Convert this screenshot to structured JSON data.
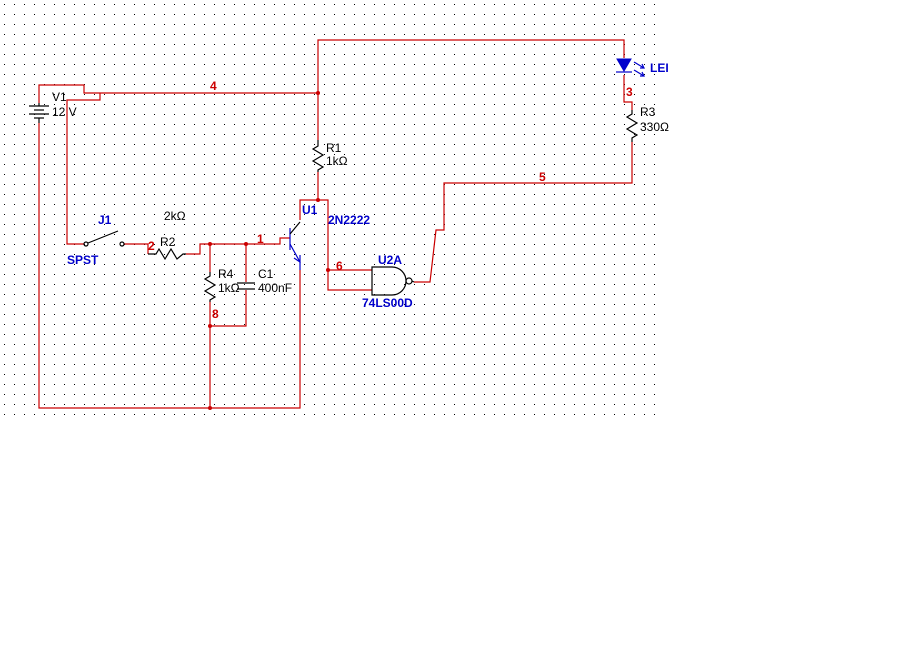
{
  "colors": {
    "wire": "#cc0000",
    "component": "#000000",
    "component_blue": "#0000cc",
    "grid_dot": "#000000",
    "background": "#ffffff"
  },
  "components": {
    "v1": {
      "ref": "V1",
      "value": "12 V"
    },
    "j1": {
      "ref": "J1",
      "value": "SPST"
    },
    "r2": {
      "ref": "R2",
      "value": "2kΩ"
    },
    "r4": {
      "ref": "R4",
      "value": "1kΩ"
    },
    "c1": {
      "ref": "C1",
      "value": "400nF"
    },
    "r1": {
      "ref": "R1",
      "value": "1kΩ"
    },
    "u1": {
      "ref": "U1",
      "value": "2N2222"
    },
    "u2a": {
      "ref": "U2A",
      "value": "74LS00D"
    },
    "r3": {
      "ref": "R3",
      "value": "330Ω"
    },
    "led": {
      "ref": "LEI"
    }
  },
  "nets": [
    "4",
    "2",
    "1",
    "8",
    "6",
    "5",
    "3"
  ]
}
